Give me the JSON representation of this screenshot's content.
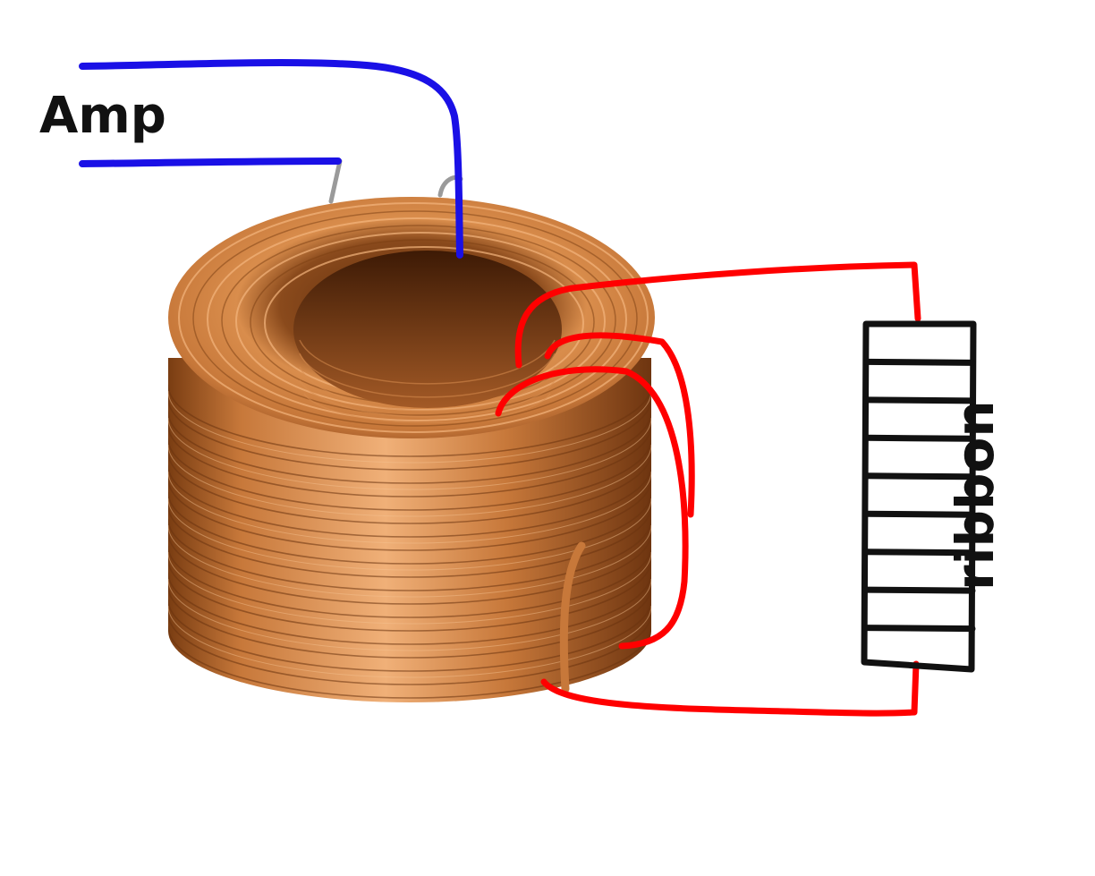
{
  "labels": {
    "amp": "Amp",
    "ribbon": "ribbon"
  },
  "colors": {
    "amp_wire": "#1a10e6",
    "ribbon_wire": "#ff0000",
    "copper_light": "#e9a467",
    "copper_mid": "#c7783a",
    "copper_dark": "#7a3d12",
    "ink": "#111111",
    "background": "#ffffff"
  },
  "ribbon": {
    "segment_count": 9
  },
  "icons": {
    "coil": "copper-coil-icon",
    "ribbon": "ribbon-element-icon"
  }
}
